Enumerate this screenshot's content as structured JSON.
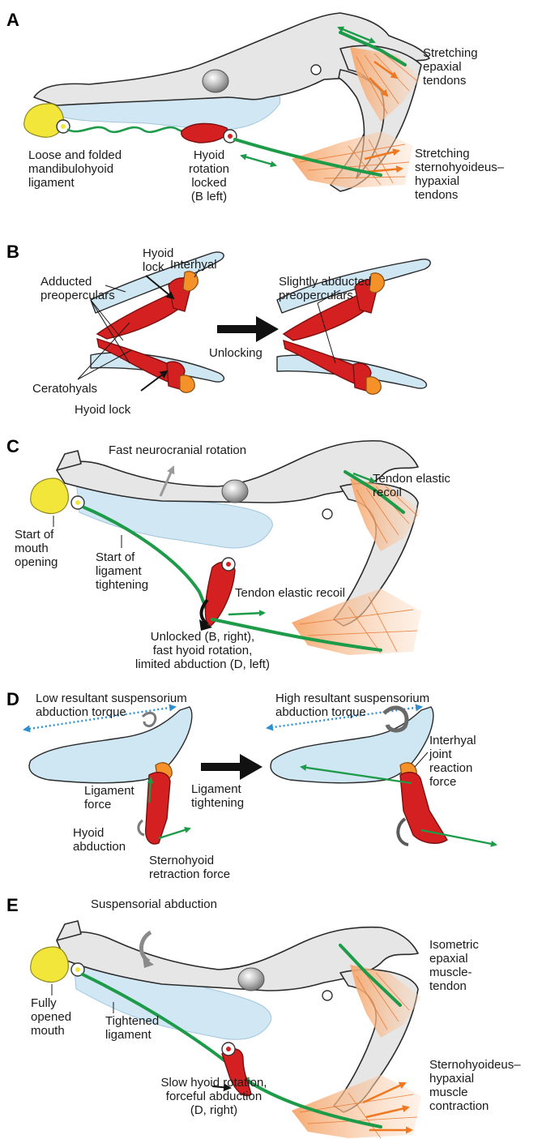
{
  "panels": {
    "a": {
      "letter": "A",
      "label_loose": "Loose and folded\nmandibulohyoid\nligament",
      "label_hyoid_locked": "Hyoid\nrotation\nlocked\n(B left)",
      "label_epaxial": "Stretching\nepaxial\ntendons",
      "label_sternohyoideus": "Stretching\nsternohyoideus–\nhypaxial\ntendons"
    },
    "b": {
      "letter": "B",
      "label_hyoid_lock_top": "Hyoid\nlock",
      "label_interhyal": "Interhyal",
      "label_adducted": "Adducted\npreoperculars",
      "label_ceratohyals": "Ceratohyals",
      "label_hyoid_lock_bottom": "Hyoid lock",
      "label_unlocking": "Unlocking",
      "label_slightly_abducted": "Slightly abducted\npreoperculars"
    },
    "c": {
      "letter": "C",
      "label_fast_neuro": "Fast neurocranial rotation",
      "label_tendon_recoil_top": "Tendon elastic\nrecoil",
      "label_start_mouth": "Start of\nmouth\nopening",
      "label_start_lig": "Start of\nligament\ntightening",
      "label_tendon_recoil_mid": "Tendon elastic recoil",
      "label_unlocked": "Unlocked (B, right),\nfast hyoid rotation,\nlimited abduction (D, left)"
    },
    "d": {
      "letter": "D",
      "label_low_torque": "Low resultant suspensorium\nabduction torque",
      "label_high_torque": "High resultant suspensorium\nabduction torque",
      "label_lig_force": "Ligament\nforce",
      "label_hyoid_abduction": "Hyoid\nabduction",
      "label_sternohyoid": "Sternohyoid\nretraction force",
      "label_lig_tightening": "Ligament\ntightening",
      "label_interhyal_joint": "Interhyal\njoint\nreaction\nforce"
    },
    "e": {
      "letter": "E",
      "label_susp_abduction": "Suspensorial abduction",
      "label_isometric": "Isometric\nepaxial\nmuscle-\ntendon",
      "label_fully_opened": "Fully\nopened\nmouth",
      "label_tightened": "Tightened\nligament",
      "label_slow_hyoid": "Slow hyoid rotation,\nforceful abduction\n(D, right)",
      "label_sterno_contraction": "Sternohyoideus–\nhypaxial\nmuscle\ncontraction"
    }
  },
  "colors": {
    "ligament": "#1d9b48",
    "hyoid": "#d42020",
    "interhyal": "#f49128",
    "muscle": "#f07820",
    "bone": "#e6e6e6",
    "suspensorium": "#cfe6f3",
    "torque_arrow": "#2f8fcf"
  }
}
